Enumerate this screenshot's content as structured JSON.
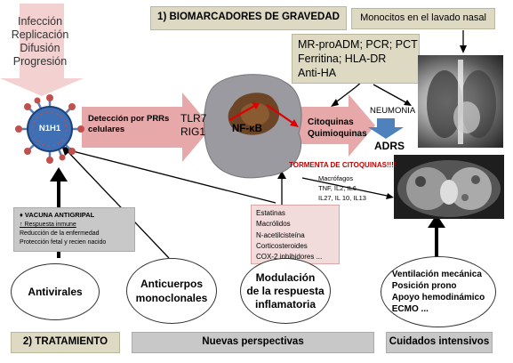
{
  "virus": {
    "process_lines": [
      "Infección",
      "Replicación",
      "Difusión",
      "Progresión"
    ],
    "label": "N1H1"
  },
  "header": {
    "title": "1) BIOMARCADORES DE GRAVEDAD",
    "nasal_label": "Monocitos en el lavado nasal"
  },
  "biomarkers": [
    "MR-proADM; PCR; PCT",
    "Ferritina; HLA-DR",
    "Anti-HA"
  ],
  "pathway": {
    "detection": "Detección por PRRs celulares",
    "receptors": [
      "TLR7",
      "RIG1"
    ],
    "nfkb": "NF-κB",
    "cytokines": [
      "Citoquinas",
      "Quimioquinas"
    ],
    "neumonia": "NEUMONIA",
    "adrs": "ADRS"
  },
  "storm": {
    "title": "TORMENTA DE CITOQUINAS!!!!",
    "items": [
      "Macrófagos",
      "TNF, IL2, IL6",
      "IL27, IL 10, IL13"
    ]
  },
  "vaccine": {
    "title": "♦ VACUNA ANTIGRIPAL",
    "lines": [
      "↑ Respuesta inmune",
      "Reducción de la enfermedad",
      "Protección fetal y recien nacido"
    ]
  },
  "modulation_drugs": [
    "Estatinas",
    "Macrólidos",
    "N-acetilcisteína",
    "Corticosteroides",
    "COX-2 inhibidores ..."
  ],
  "ellipses": {
    "antivirals": "Antivirales",
    "antibodies": [
      "Anticuerpos",
      "monoclonales"
    ],
    "modulation": [
      "Modulación",
      "de la respuesta",
      "inflamatoria"
    ],
    "intensive": [
      "Ventilación mecánica",
      "Posición prono",
      "Apoyo hemodinámico",
      "ECMO ..."
    ]
  },
  "footer": {
    "treatment": "2) TRATAMIENTO",
    "perspectives": "Nuevas perspectivas",
    "intensive_care": "Cuidados intensivos"
  },
  "colors": {
    "beige": "#ddd9c3",
    "grey": "#c8c8c8",
    "pink_box": "#f2dcdb",
    "arrow_pink": "#e6a8a8",
    "red_text": "#c00000",
    "adrs_arrow": "#4f81bd"
  }
}
